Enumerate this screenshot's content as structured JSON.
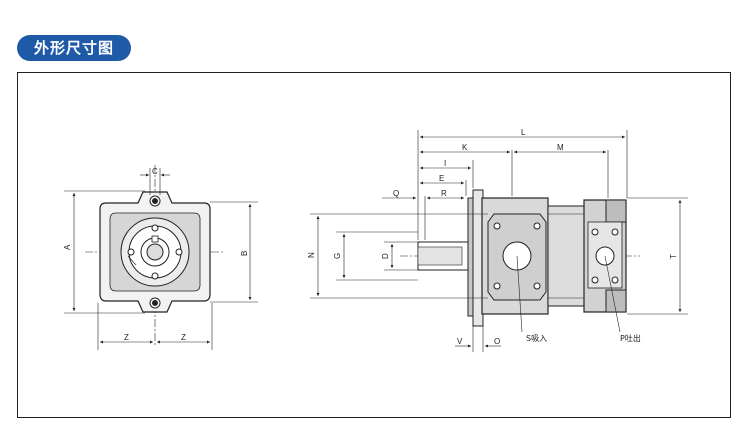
{
  "header": {
    "title": "外形尺寸图"
  },
  "front_view": {
    "labels": {
      "A": "A",
      "B": "B",
      "C": "C",
      "Z_left": "Z",
      "Z_right": "Z"
    }
  },
  "side_view": {
    "labels": {
      "L": "L",
      "K": "K",
      "M": "M",
      "I": "I",
      "E": "E",
      "R": "R",
      "Q": "Q",
      "N": "N",
      "G": "G",
      "D": "D",
      "T": "T",
      "V": "V",
      "O": "O"
    },
    "ports": {
      "suction": "S吸入",
      "pressure": "P吐出"
    }
  },
  "colors": {
    "header_bg": "#1f5aa8",
    "line": "#222222",
    "shade": "#c8c8c8"
  }
}
